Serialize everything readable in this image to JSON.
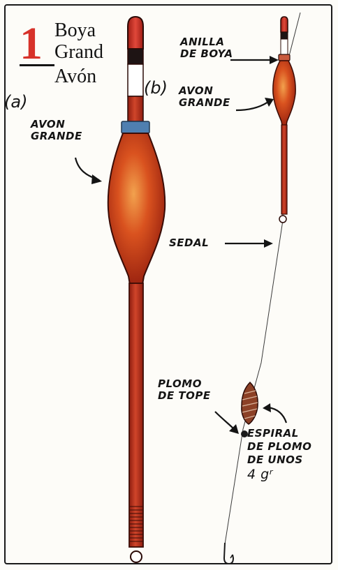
{
  "title": {
    "number": "1",
    "line1": "Boya",
    "line2": "Grand",
    "line3": "Avón"
  },
  "panels": {
    "a": "(a)",
    "b": "(b)"
  },
  "labels": {
    "avon_grande_a": [
      "AVON",
      "GRANDE"
    ],
    "anilla_de_boya": [
      "ANILLA",
      "DE BOYA"
    ],
    "avon_grande_b": [
      "AVON",
      "GRANDE"
    ],
    "sedal": "SEDAL",
    "plomo_de_tope": [
      "PLOMO",
      "DE TOPE"
    ],
    "espiral": [
      "ESPIRAL",
      "DE PLOMO",
      "DE UNOS",
      "4 gʳ"
    ]
  },
  "colors": {
    "float_red": "#c0331c",
    "float_dark": "#8e1d10",
    "bulb_highlight": "#f0a050",
    "ring_blue": "#4f7fb0",
    "numeral_red": "#d7322a",
    "ink": "#141414"
  }
}
